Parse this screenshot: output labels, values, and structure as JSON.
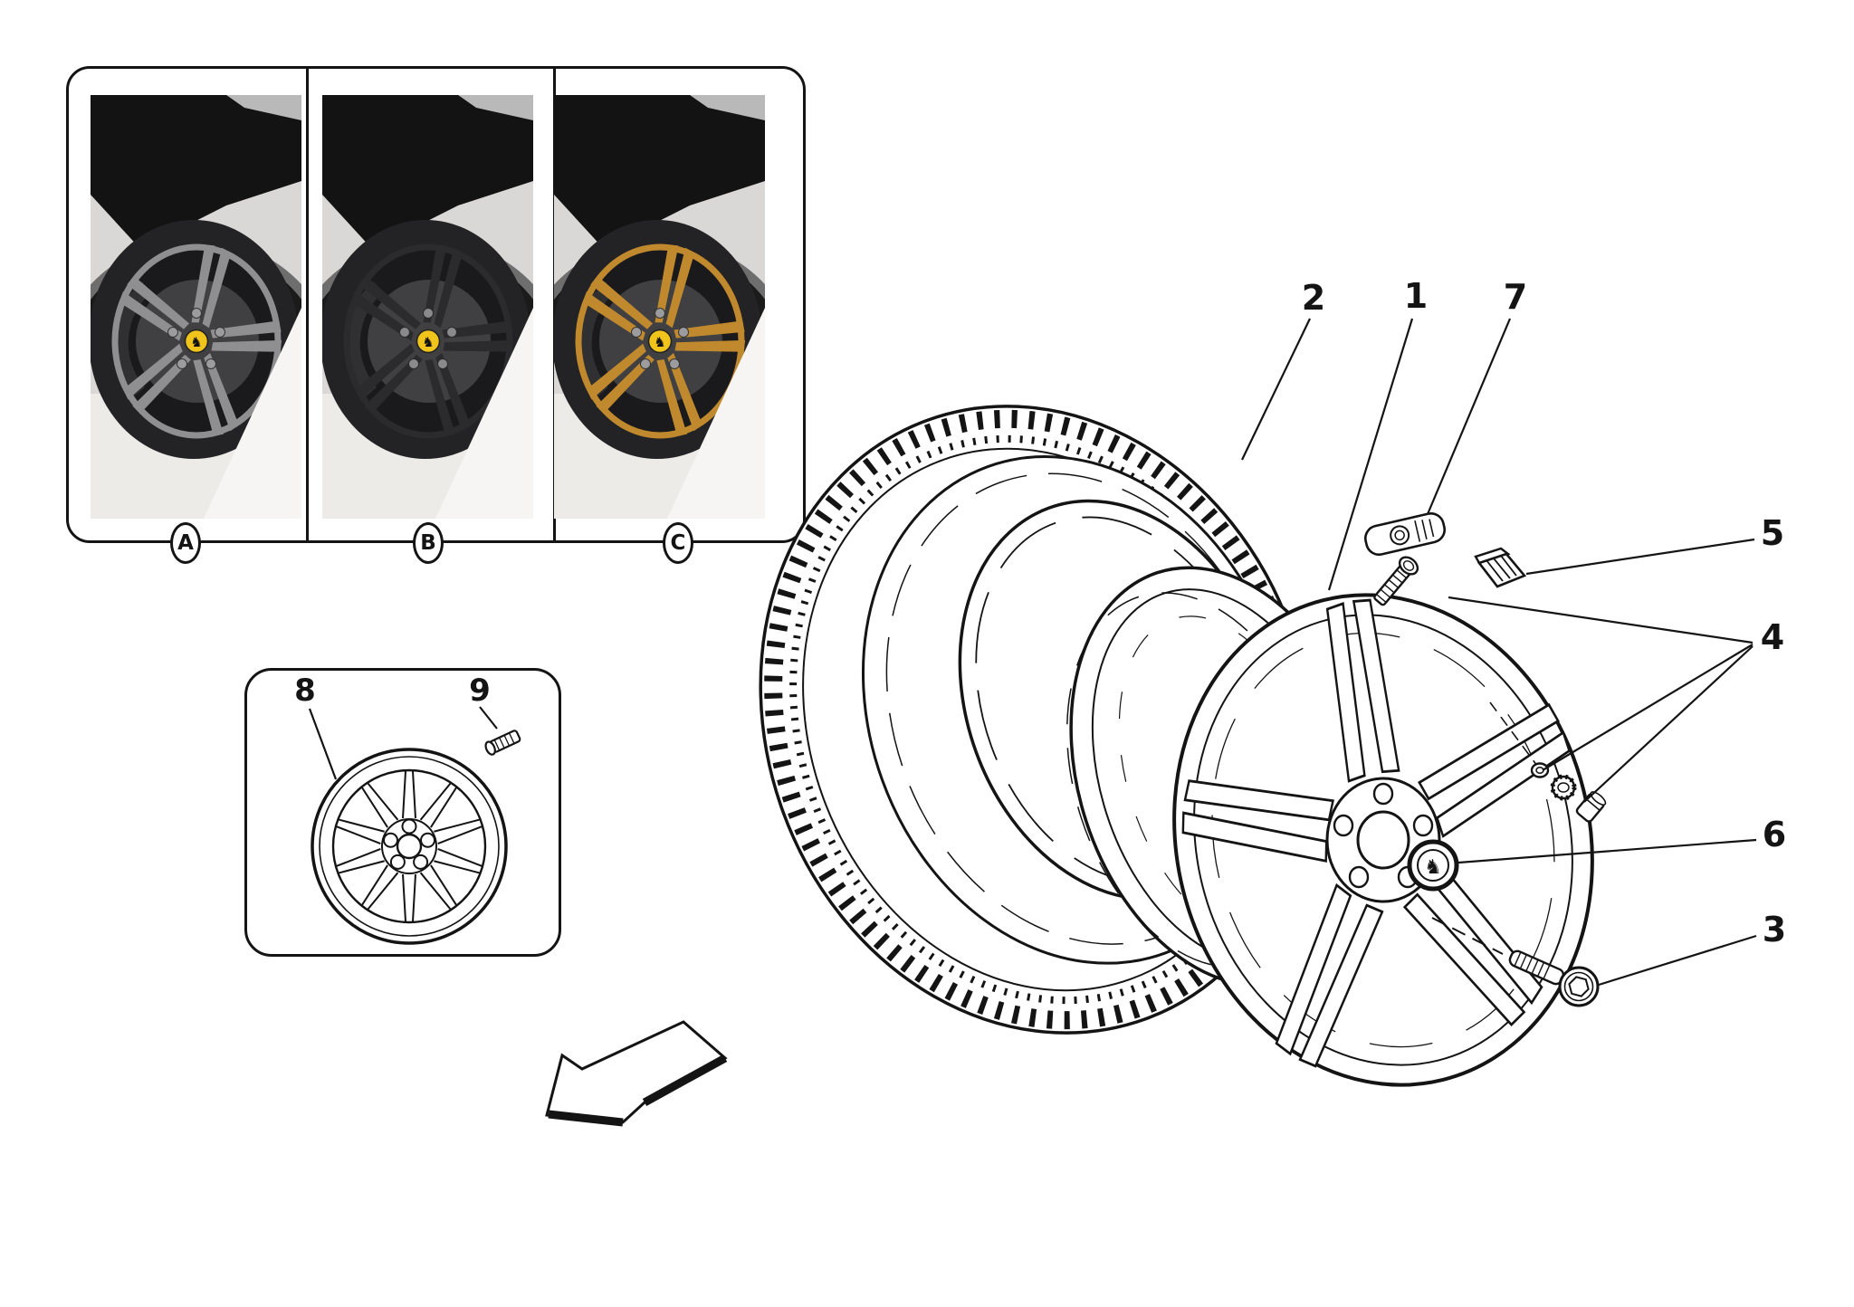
{
  "page": {
    "background": "#ffffff",
    "line_color": "#141414"
  },
  "icons": {
    "prancing_horse": "♞"
  },
  "finish_panel": {
    "variants": [
      {
        "label": "A",
        "wheel_color": "#8f8f91"
      },
      {
        "label": "B",
        "wheel_color": "#2b2b2d"
      },
      {
        "label": "C",
        "wheel_color": "#c0892e"
      }
    ],
    "cap_color": "#f0c41b",
    "tire_color": "#232325",
    "brake_color": "#404042"
  },
  "spare_panel": {
    "callouts": {
      "c8": "8",
      "c9": "9"
    }
  },
  "exploded_view": {
    "callouts": {
      "c1": "1",
      "c2": "2",
      "c3": "3",
      "c4": "4",
      "c5": "5",
      "c6": "6",
      "c7": "7"
    }
  }
}
